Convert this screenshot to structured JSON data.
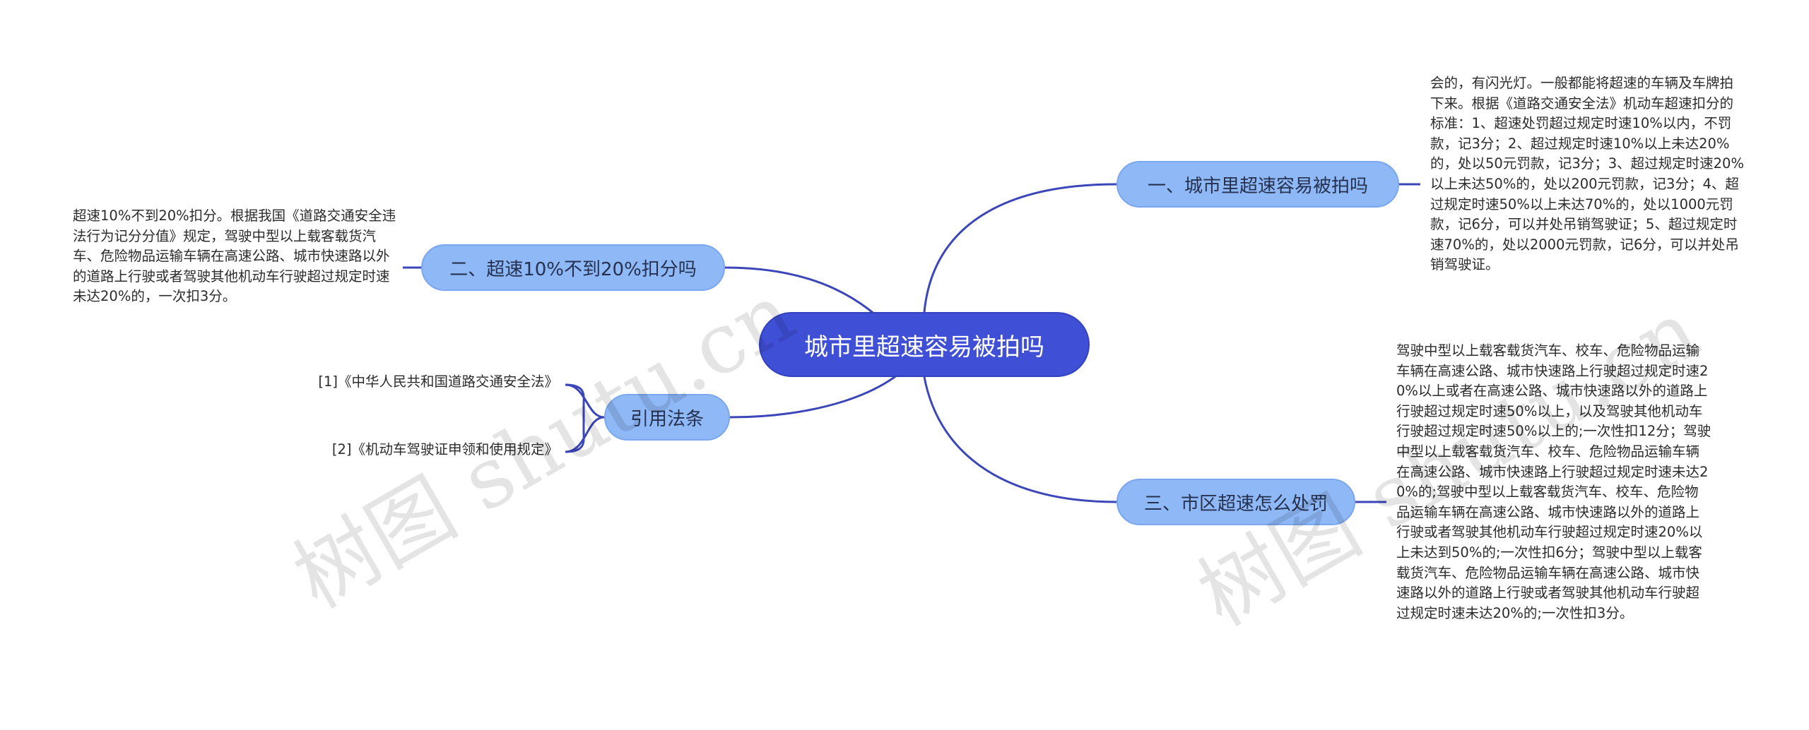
{
  "root": {
    "label": "城市里超速容易被拍吗"
  },
  "branches": [
    {
      "label": "一、城市里超速容易被拍吗",
      "detail": "会的，有闪光灯。一般都能将超速的车辆及车牌拍下来。根据《道路交通安全法》机动车超速扣分的标准：1、超速处罚超过规定时速10%以内，不罚款，记3分；2、超过规定时速10%以上未达20%的，处以50元罚款，记3分；3、超过规定时速20%以上未达50%的，处以200元罚款，记3分；4、超过规定时速50%以上未达70%的，处以1000元罚款，记6分，可以并处吊销驾驶证；5、超过规定时速70%的，处以2000元罚款，记6分，可以并处吊销驾驶证。"
    },
    {
      "label": "二、超速10%不到20%扣分吗",
      "detail": "超速10%不到20%扣分。根据我国《道路交通安全违法行为记分分值》规定，驾驶中型以上载客载货汽车、危险物品运输车辆在高速公路、城市快速路以外的道路上行驶或者驾驶其他机动车行驶超过规定时速未达20%的，一次扣3分。"
    },
    {
      "label": "引用法条",
      "citations": [
        "[1]《中华人民共和国道路交通安全法》",
        "[2]《机动车驾驶证申领和使用规定》"
      ]
    },
    {
      "label": "三、市区超速怎么处罚",
      "detail": "驾驶中型以上载客载货汽车、校车、危险物品运输车辆在高速公路、城市快速路上行驶超过规定时速20%以上或者在高速公路、城市快速路以外的道路上行驶超过规定时速50%以上，以及驾驶其他机动车行驶超过规定时速50%以上的;一次性扣12分；驾驶中型以上载客载货汽车、校车、危险物品运输车辆在高速公路、城市快速路上行驶超过规定时速未达20%的;驾驶中型以上载客载货汽车、校车、危险物品运输车辆在高速公路、城市快速路以外的道路上行驶或者驾驶其他机动车行驶超过规定时速20%以上未达到50%的;一次性扣6分；驾驶中型以上载客载货汽车、危险物品运输车辆在高速公路、城市快速路以外的道路上行驶或者驾驶其他机动车行驶超过规定时速未达20%的;一次性扣3分。"
    }
  ],
  "watermark": "树图 shutu.cn",
  "colors": {
    "root": "#3f4fd6",
    "branch": "#8fb8f7",
    "link": "#3b46b8"
  }
}
